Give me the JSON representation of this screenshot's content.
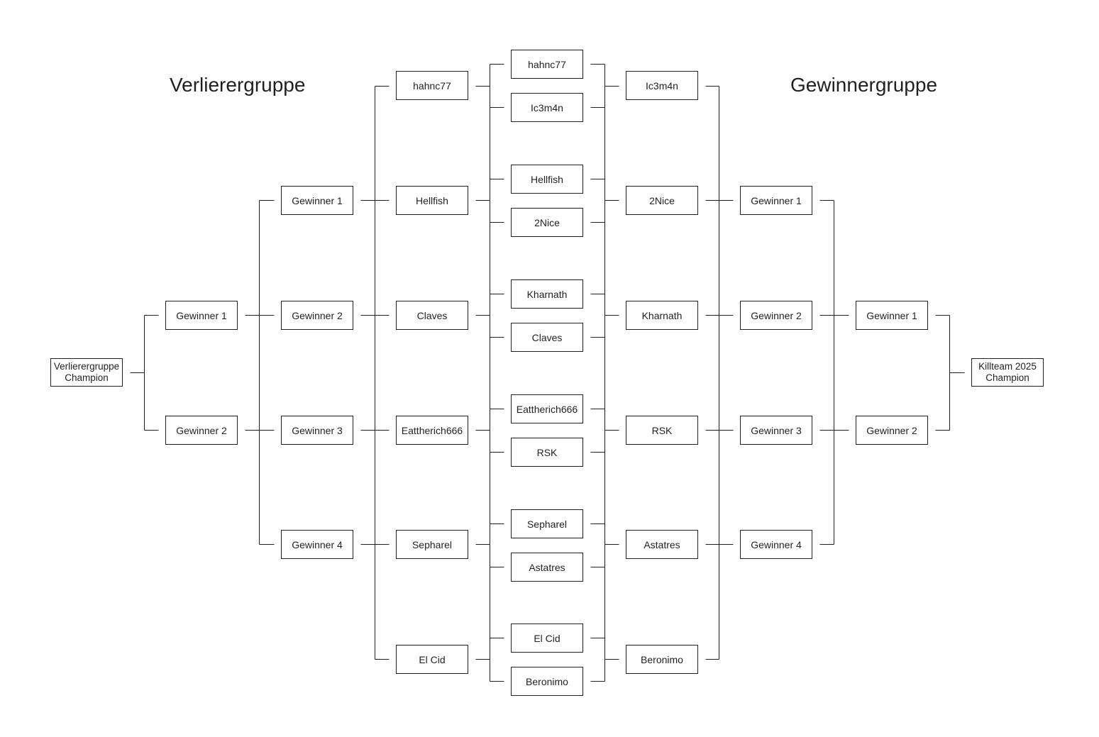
{
  "headings": {
    "losers": "Verlierergruppe",
    "winners": "Gewinnergruppe"
  },
  "losers": {
    "champion": "Verlierergruppe Champion",
    "final": [
      "Gewinner 1",
      "Gewinner 2"
    ],
    "round2": [
      "Gewinner 1",
      "Gewinner 2",
      "Gewinner 3",
      "Gewinner 4"
    ],
    "round1": [
      "hahnc77",
      "Hellfish",
      "Claves",
      "Eattherich666",
      "Sepharel",
      "El Cid"
    ]
  },
  "center": {
    "players": [
      "hahnc77",
      "Ic3m4n",
      "Hellfish",
      "2Nice",
      "Kharnath",
      "Claves",
      "Eattherich666",
      "RSK",
      "Sepharel",
      "Astatres",
      "El Cid",
      "Beronimo"
    ]
  },
  "winners": {
    "round1": [
      "Ic3m4n",
      "2Nice",
      "Kharnath",
      "RSK",
      "Astatres",
      "Beronimo"
    ],
    "round2": [
      "Gewinner 1",
      "Gewinner 2",
      "Gewinner 3",
      "Gewinner 4"
    ],
    "final": [
      "Gewinner 1",
      "Gewinner 2"
    ],
    "champion": "Killteam 2025 Champion"
  }
}
